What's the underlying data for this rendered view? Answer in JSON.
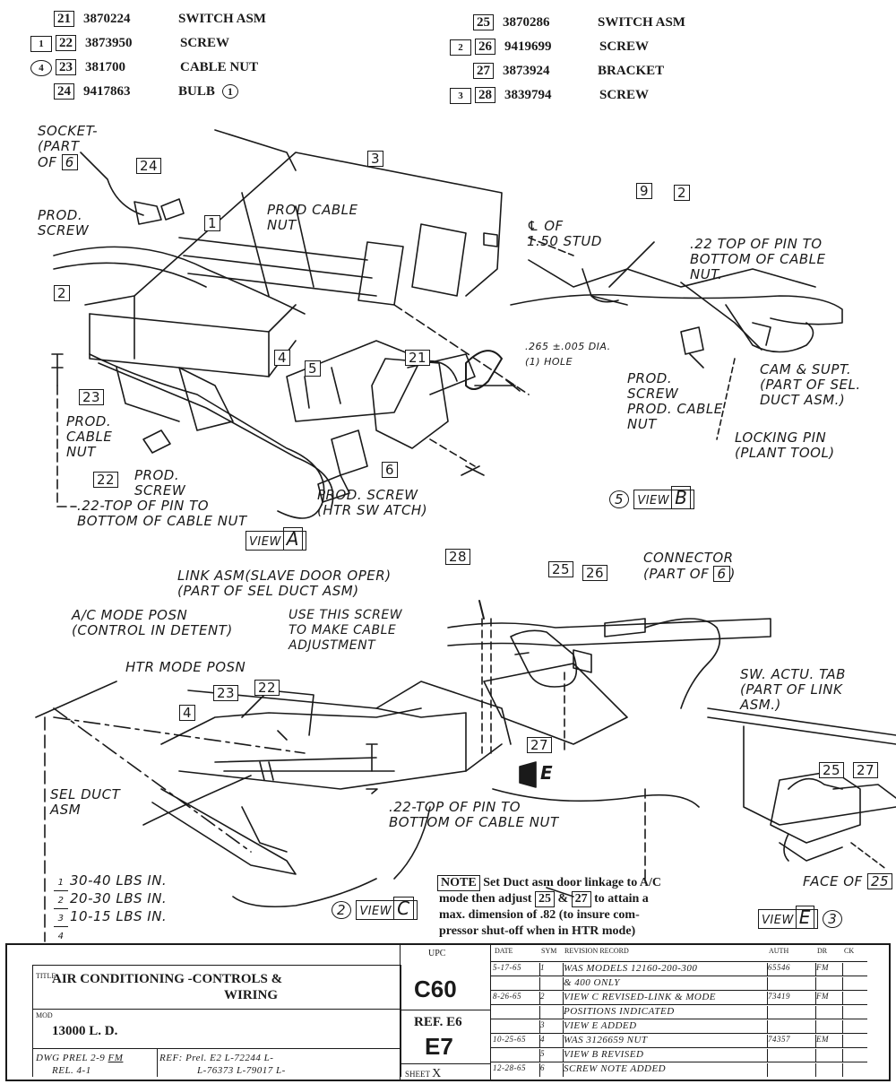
{
  "parts_left": [
    {
      "prefix": "",
      "num": "21",
      "part": "3870224",
      "name": "SWITCH ASM",
      "suffix": ""
    },
    {
      "prefix": "1",
      "num": "22",
      "part": "3873950",
      "name": "SCREW",
      "suffix": ""
    },
    {
      "prefix": "4",
      "num": "23",
      "part": "381700",
      "name": "CABLE NUT",
      "suffix": ""
    },
    {
      "prefix": "",
      "num": "24",
      "part": "9417863",
      "name": "BULB",
      "suffix": "1"
    }
  ],
  "parts_right": [
    {
      "prefix": "",
      "num": "25",
      "part": "3870286",
      "name": "SWITCH ASM"
    },
    {
      "prefix": "2",
      "num": "26",
      "part": "9419699",
      "name": "SCREW"
    },
    {
      "prefix": "",
      "num": "27",
      "part": "3873924",
      "name": "BRACKET"
    },
    {
      "prefix": "3",
      "num": "28",
      "part": "3839794",
      "name": "SCREW"
    }
  ],
  "callouts": {
    "socket": "SOCKET-\n(PART\nOF",
    "socket_ref": "6",
    "prod_screw_1": "PROD.\nSCREW",
    "prod_cable_nut_1": "PROD CABLE\nNUT",
    "cl_stud": "℄ OF\n1.50 STUD",
    "top_pin_b": ".22 TOP OF PIN TO\nBOTTOM OF CABLE\nNUT.",
    "hole": ".265 ±.005 DIA.\n(1) HOLE",
    "prod_screw_b": "PROD.\nSCREW",
    "prod_cable_nut_b": "PROD. CABLE\nNUT",
    "cam_supt": "CAM & SUPT.\n(PART OF SEL.\nDUCT ASM.)",
    "locking_pin": "LOCKING PIN\n(PLANT TOOL)",
    "prod_cable_nut_a": "PROD.\nCABLE\nNUT",
    "prod_screw_a": "PROD.\nSCREW",
    "top_pin_a": ".22-TOP OF PIN TO\nBOTTOM OF CABLE NUT",
    "prod_screw_htr": "PROD. SCREW\n(HTR SW ATCH)",
    "link_asm": "LINK ASM(SLAVE DOOR OPER)\n(PART OF SEL DUCT ASM)",
    "use_screw": "USE THIS SCREW\nTO MAKE CABLE\nADJUSTMENT",
    "ac_mode": "A/C MODE POSN\n(CONTROL IN DETENT)",
    "htr_mode": "HTR MODE POSN",
    "connector": "CONNECTOR\n(PART OF",
    "connector_ref": "6",
    "sw_actu": "SW. ACTU. TAB\n(PART OF LINK\nASM.)",
    "sel_duct": "SEL DUCT\nASM",
    "top_pin_c": ".22-TOP OF PIN TO\nBOTTOM OF CABLE NUT",
    "face_of": "FACE OF",
    "face_of_ref": "25",
    "e_mark": "E"
  },
  "diagram_refs": [
    "24",
    "3",
    "1",
    "2",
    "9",
    "2",
    "4",
    "5",
    "21",
    "23",
    "22",
    "6",
    "28",
    "25",
    "26",
    "4",
    "23",
    "22",
    "27",
    "25",
    "27"
  ],
  "views": {
    "a": {
      "word": "VIEW",
      "letter": "A"
    },
    "b": {
      "word": "VIEW",
      "letter": "B",
      "num": "5"
    },
    "c": {
      "word": "VIEW",
      "letter": "C",
      "num": "2"
    },
    "e": {
      "word": "VIEW",
      "letter": "E",
      "num": "3"
    }
  },
  "torque": [
    {
      "n": "1",
      "text": "30-40 LBS IN."
    },
    {
      "n": "2",
      "text": "20-30 LBS IN."
    },
    {
      "n": "3",
      "text": "10-15 LBS IN."
    },
    {
      "n": "4",
      "text": ""
    }
  ],
  "note": {
    "label": "NOTE",
    "line1": "Set Duct asm door linkage to A/C",
    "line2a": "mode then adjust",
    "ref1": "25",
    "amp": "&",
    "ref2": "27",
    "line2b": "to attain a",
    "line3": "max. dimension of .82 (to insure com-",
    "line4": "pressor shut-off when in HTR mode)"
  },
  "title_block": {
    "title_label": "TITLE",
    "title": "AIR CONDITIONING -CONTROLS &",
    "title2": "WIRING",
    "mod_label": "MOD",
    "model": "13000 L. D.",
    "dwg": "DWG PREL 2-9",
    "dwg_init": "FM",
    "rel": "REL. 4-1",
    "ref_prel": "REF: Prel. E2",
    "refs1": "L-72244 L-",
    "refs2": "L-76373 L-79017 L-",
    "upc_label": "UPC",
    "upc": "C60",
    "ref_e6": "REF. E6",
    "e7": "E7",
    "sheet": "SHEET",
    "sheet_mark": "X",
    "rev_headers": [
      "DATE",
      "SYM",
      "REVISION RECORD",
      "AUTH",
      "DR",
      "CK"
    ],
    "revisions": [
      {
        "date": "5-17-65",
        "sym": "1",
        "text": "WAS MODELS 12160-200-300",
        "auth": "65546",
        "dr": "FM",
        "ck": ""
      },
      {
        "date": "",
        "sym": "",
        "text": "& 400 ONLY",
        "auth": "",
        "dr": "",
        "ck": ""
      },
      {
        "date": "8-26-65",
        "sym": "2",
        "text": "VIEW C REVISED-LINK & MODE",
        "auth": "73419",
        "dr": "FM",
        "ck": ""
      },
      {
        "date": "",
        "sym": "",
        "text": "POSITIONS INDICATED",
        "auth": "",
        "dr": "",
        "ck": ""
      },
      {
        "date": "",
        "sym": "3",
        "text": "VIEW E ADDED",
        "auth": "",
        "dr": "",
        "ck": ""
      },
      {
        "date": "10-25-65",
        "sym": "4",
        "text": "WAS 3126659 NUT",
        "auth": "74357",
        "dr": "EM",
        "ck": ""
      },
      {
        "date": "",
        "sym": "5",
        "text": "VIEW B REVISED",
        "auth": "",
        "dr": "",
        "ck": ""
      },
      {
        "date": "12-28-65",
        "sym": "6",
        "text": "SCREW NOTE ADDED",
        "auth": "",
        "dr": "",
        "ck": ""
      }
    ]
  }
}
